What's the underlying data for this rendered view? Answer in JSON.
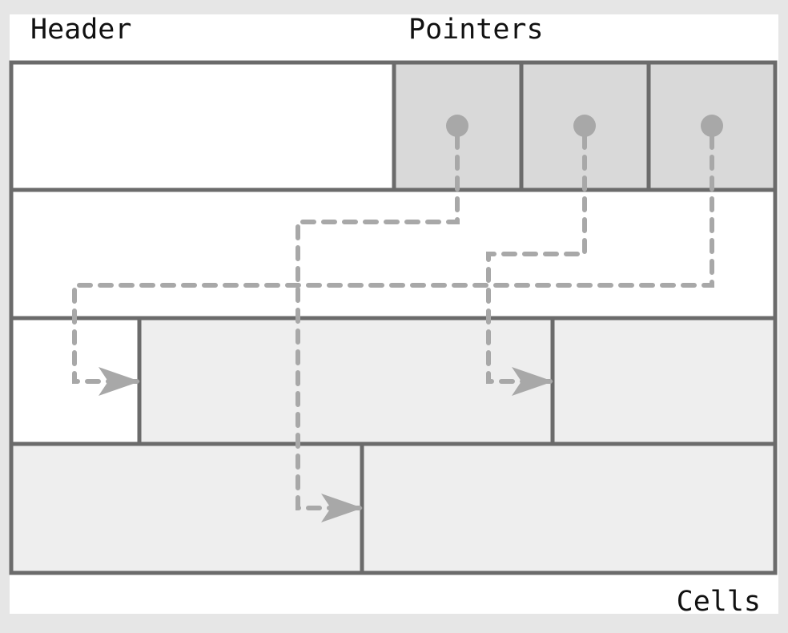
{
  "labels": {
    "header": "Header",
    "pointers": "Pointers",
    "cells": "Cells"
  },
  "colors": {
    "outer_background": "#e6e6e6",
    "page_background": "#ffffff",
    "border": "#6b6b6b",
    "pointer_slot": "#d9d9d9",
    "cell_fill": "#eeeeee",
    "pointer_and_arrow": "#a8a8a8"
  }
}
